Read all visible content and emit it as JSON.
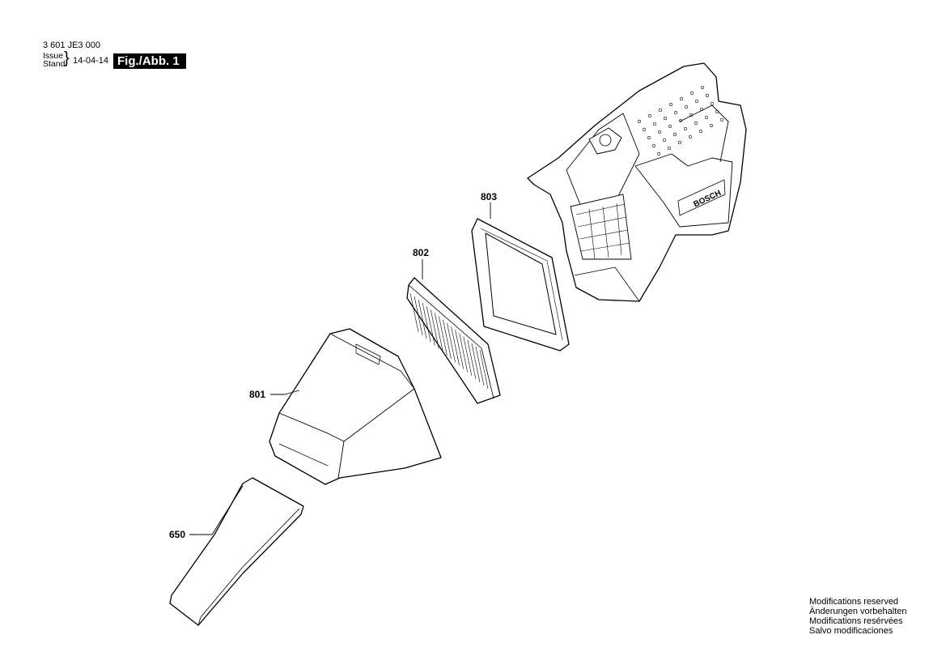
{
  "header": {
    "document_number": "3 601 JE3 000",
    "issue_label": "Issue",
    "stand_label": "Stand",
    "date": "14-04-14",
    "figure_label": "Fig./Abb. 1"
  },
  "parts": [
    {
      "number": "801"
    },
    {
      "number": "802"
    },
    {
      "number": "803"
    },
    {
      "number": "650"
    }
  ],
  "logo_text": "BOSCH",
  "footer": {
    "lines": [
      "Modifications reserved",
      "Änderungen vorbehalten",
      "Modifications resérvées",
      "Salvo modificaciones"
    ]
  }
}
